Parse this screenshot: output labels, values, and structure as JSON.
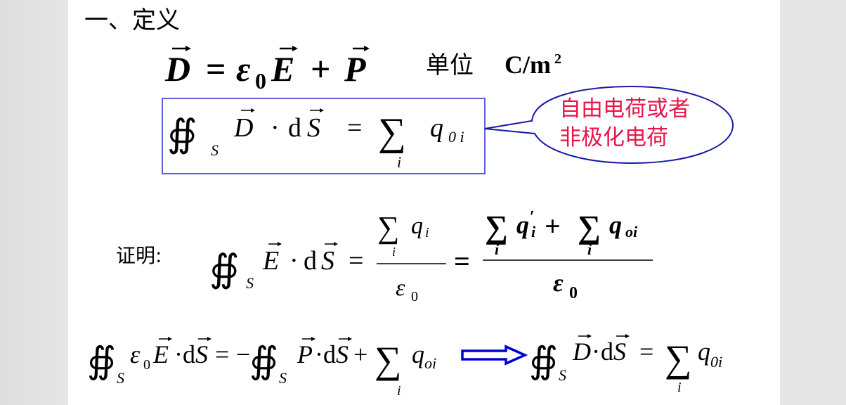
{
  "slide": {
    "section_heading": "一、定义",
    "definition": {
      "lhs": "D",
      "equals": "=",
      "eps": "ε",
      "eps_sub": "0",
      "E": "E",
      "plus": "+",
      "P": "P",
      "unit_label": "单位",
      "unit_value": "C/m",
      "unit_exp": "2"
    },
    "gauss_law_box": {
      "integral": "∯",
      "surface": "S",
      "D": "D",
      "dot": "·",
      "d": "d",
      "S": "S",
      "equals": "=",
      "sum": "∑",
      "sum_index": "i",
      "q": "q",
      "q_sub": "0 i",
      "border_color": "#2a2acc"
    },
    "callout": {
      "line1": "自由电荷或者",
      "line2": "非极化电荷",
      "text_color": "#e8174a",
      "border_color": "#1a1aa6"
    },
    "proof": {
      "label": "证明:",
      "integral": "∯",
      "surface": "S",
      "E": "E",
      "dot": "·",
      "d": "d",
      "S": "S",
      "equals1": "=",
      "frac1_num_sum": "∑",
      "frac1_num_q": "q",
      "frac1_num_sub": "i",
      "frac1_num_index": "i",
      "frac1_den": "ε",
      "frac1_den_sub": "0",
      "equals2": "=",
      "frac2_sum1": "∑",
      "frac2_q1": "q",
      "frac2_q1_prime": "′",
      "frac2_q1_sub": "i",
      "frac2_index1": "i",
      "frac2_plus": "+",
      "frac2_sum2": "∑",
      "frac2_q2": "q",
      "frac2_q2_sub": "oi",
      "frac2_index2": "i",
      "frac2_den": "ε",
      "frac2_den_sub": "0"
    },
    "derivation": {
      "integral": "∯",
      "surface": "S",
      "eps": "ε",
      "eps_sub": "0",
      "E": "E",
      "dot": "·",
      "d": "d",
      "S": "S",
      "equals": "=",
      "minus": "−",
      "integral2": "∯",
      "surface2": "S",
      "P": "P",
      "plus": "+",
      "sum": "∑",
      "sum_index": "i",
      "q": "q",
      "q_sub": "oi",
      "arrow_color": "#0000cc",
      "result": {
        "integral": "∯",
        "surface": "S",
        "D": "D",
        "dot": "·",
        "d": "d",
        "S": "S",
        "equals": "=",
        "sum": "∑",
        "sum_index": "i",
        "q": "q",
        "q_sub": "0i"
      }
    }
  }
}
